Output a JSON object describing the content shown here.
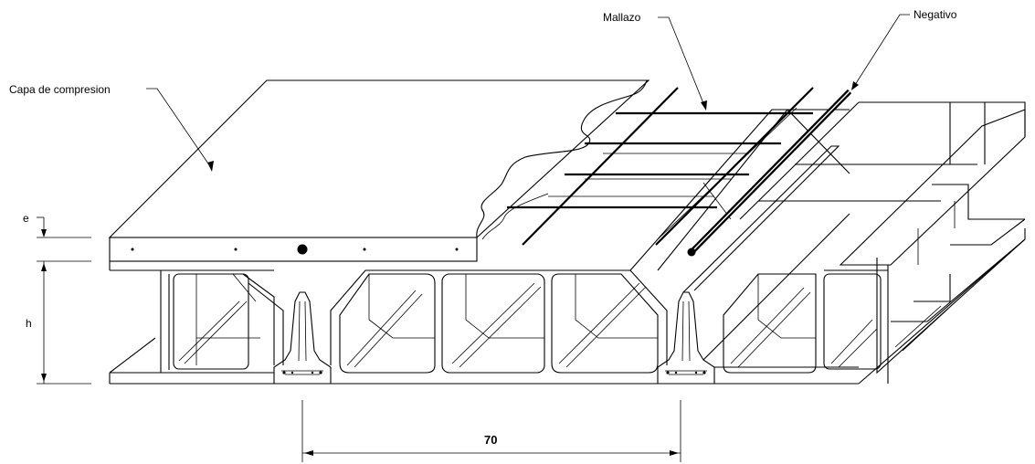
{
  "labels": {
    "capa": "Capa de compresion",
    "mallazo": "Mallazo",
    "negativo": "Negativo",
    "e": "e",
    "h": "h"
  },
  "dimension": {
    "span": "70"
  }
}
